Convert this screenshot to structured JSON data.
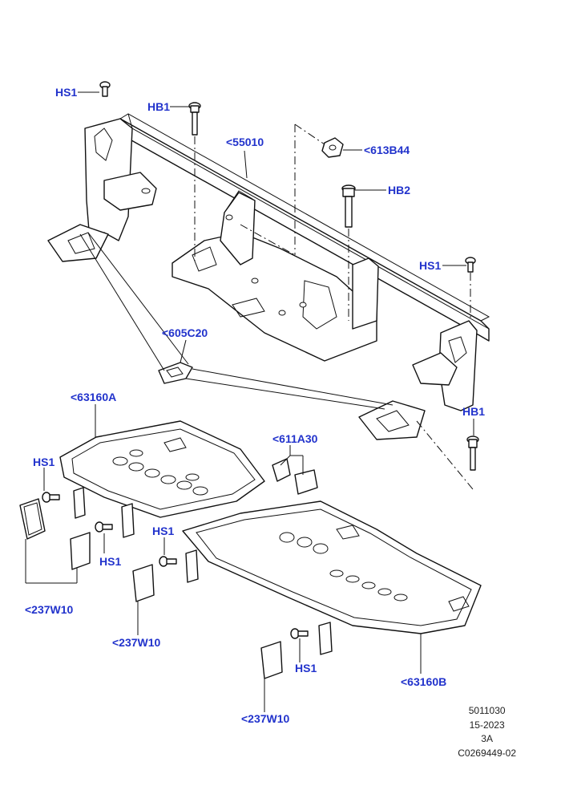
{
  "colors": {
    "label": "#2233cc",
    "line": "#111111",
    "info_text": "#222222"
  },
  "labels": {
    "hs1_top": "HS1",
    "hb1_left": "HB1",
    "p55010": "<55010",
    "p613b44": "<613B44",
    "hb2": "HB2",
    "hs1_right": "HS1",
    "p605c20": "<605C20",
    "p63160a": "<63160A",
    "hb1_right": "HB1",
    "p611a30": "<611A30",
    "hs1_left": "HS1",
    "hs1_mid": "HS1",
    "hs1_center": "HS1",
    "p237w10_left": "<237W10",
    "p237w10_mid": "<237W10",
    "p63160b": "<63160B",
    "hs1_bottom": "HS1",
    "p237w10_bottom": "<237W10"
  },
  "info": {
    "line1": "5011030",
    "line2": "15-2023",
    "line3": "3A",
    "line4": "C0269449-02"
  }
}
